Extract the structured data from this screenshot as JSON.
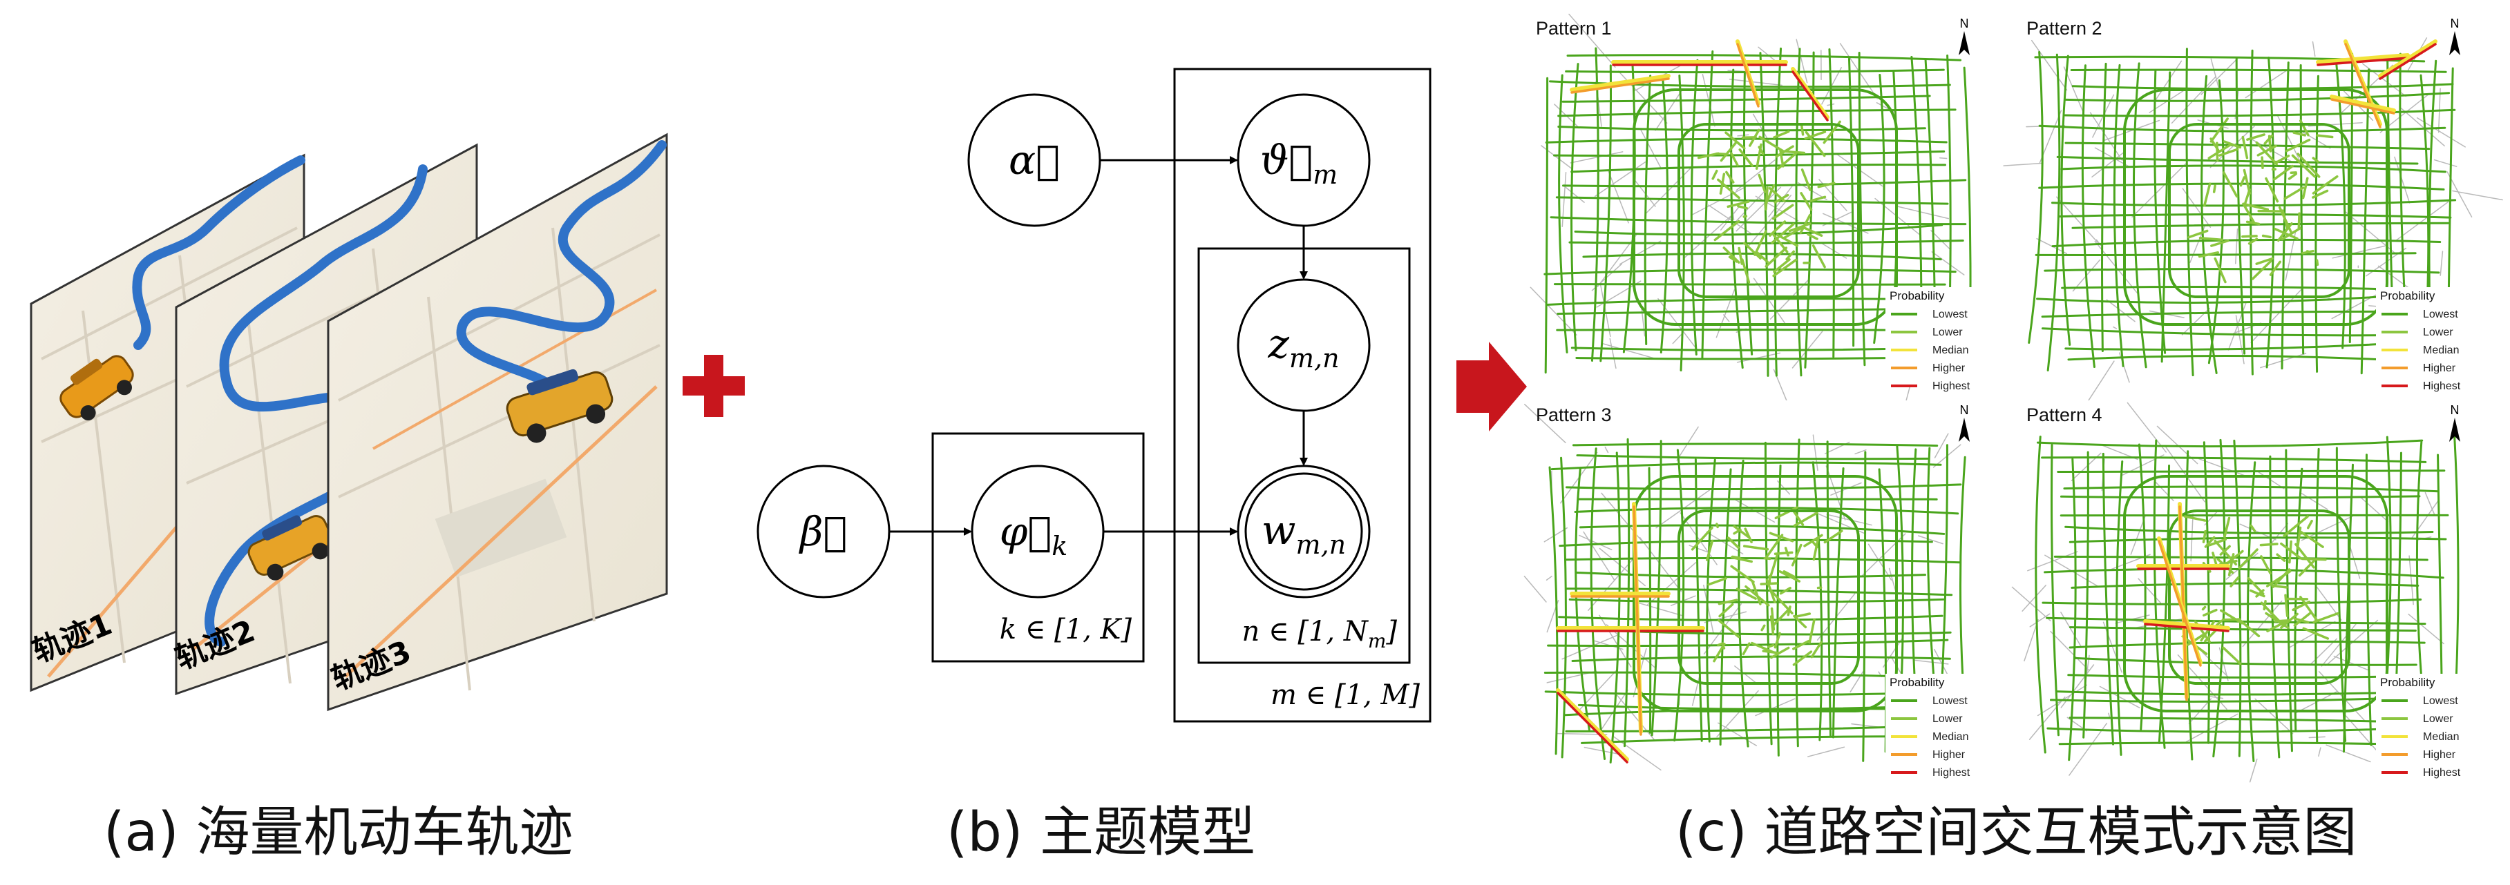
{
  "panel_a": {
    "caption": "(a) 海量机动车轨迹",
    "trajectories": [
      {
        "label": "轨迹1"
      },
      {
        "label": "轨迹2"
      },
      {
        "label": "轨迹3"
      }
    ],
    "route_color": "#2f72c8",
    "plus_color": "#c8161d"
  },
  "panel_b": {
    "caption": "(b) 主题模型",
    "nodes": {
      "alpha": "α⃗",
      "theta": "ϑ⃗",
      "theta_sub": "m",
      "z": "z",
      "z_sub": "m,n",
      "w": "w",
      "w_sub": "m,n",
      "beta": "β⃗",
      "phi": "φ⃗",
      "phi_sub": "k"
    },
    "plates": {
      "k": "k ∈ [1, K]",
      "n_main": "n ∈ [1, N",
      "n_sub": "m",
      "n_end": "]",
      "m": "m ∈ [1, M]"
    }
  },
  "arrow_color": "#c8161d",
  "panel_c": {
    "caption": "(c) 道路空间交互模式示意图",
    "north_label": "N",
    "patterns": [
      {
        "title": "Pattern 1"
      },
      {
        "title": "Pattern 2"
      },
      {
        "title": "Pattern 3"
      },
      {
        "title": "Pattern 4"
      }
    ],
    "legend": {
      "title": "Probability",
      "items": [
        {
          "label": "Lowest",
          "color": "#4aa51c"
        },
        {
          "label": "Lower",
          "color": "#8cc63f"
        },
        {
          "label": "Median",
          "color": "#f2e33a"
        },
        {
          "label": "Higher",
          "color": "#f39c2c"
        },
        {
          "label": "Highest",
          "color": "#d7191c"
        }
      ]
    }
  }
}
